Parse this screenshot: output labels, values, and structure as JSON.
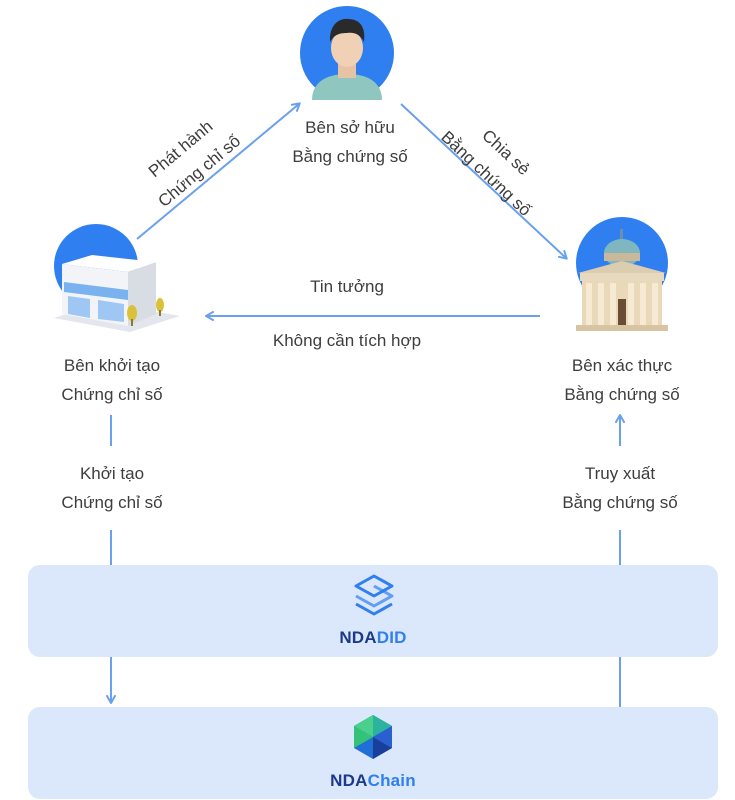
{
  "colors": {
    "arrow": "#6aa0ee",
    "accent_blue": "#2f7ff0",
    "band": "#dbe7fb",
    "brand_navy": "#1b3a8c",
    "text": "#3d3d3d"
  },
  "actors": {
    "holder": {
      "line1": "Bên sở hữu",
      "line2": "Bằng chứng số",
      "icon": "person-avatar-icon"
    },
    "issuer": {
      "line1": "Bên khởi tạo",
      "line2": "Chứng chỉ số",
      "icon": "shop-building-icon"
    },
    "verifier": {
      "line1": "Bên xác thực",
      "line2": "Bằng chứng số",
      "icon": "government-building-icon"
    }
  },
  "flows": {
    "issue": {
      "line1": "Phát hành",
      "line2": "Chứng chỉ số"
    },
    "share": {
      "line1": "Chia sẻ",
      "line2": "Bằng chứng số"
    },
    "trust": {
      "line1": "Tin tưởng",
      "line2": "Không cần tích hợp"
    },
    "create": {
      "line1": "Khởi tạo",
      "line2": "Chứng chỉ số"
    },
    "retrieve": {
      "line1": "Truy xuất",
      "line2": "Bằng chứng số"
    }
  },
  "platforms": {
    "did": {
      "prefix": "NDA",
      "suffix": "DID",
      "icon": "ndadid-logo-icon"
    },
    "chain": {
      "prefix": "NDA",
      "suffix": "Chain",
      "icon": "ndachain-logo-icon"
    }
  }
}
